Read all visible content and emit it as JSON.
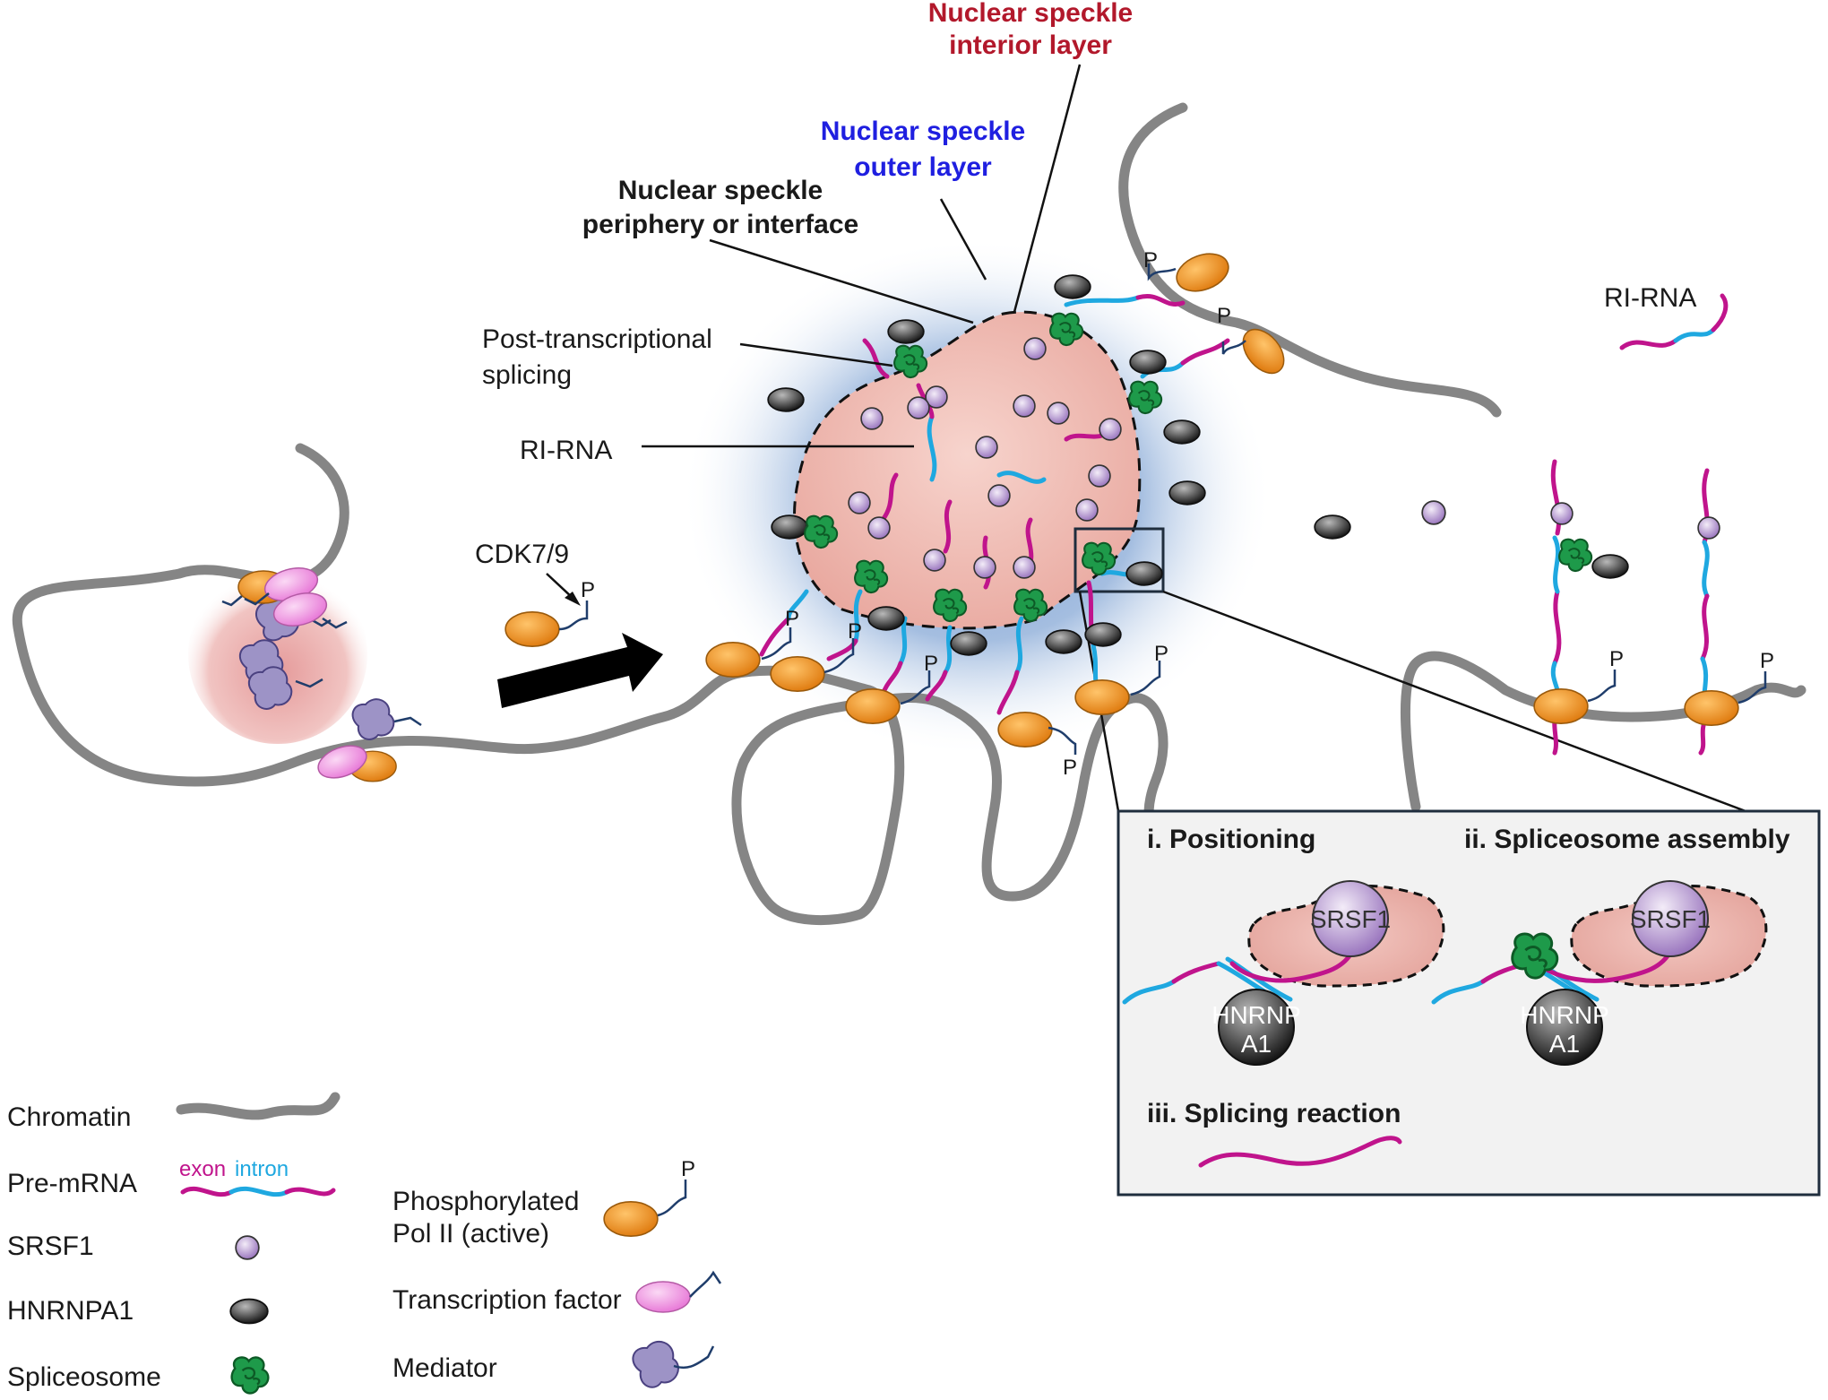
{
  "labels": {
    "interior": [
      "Nuclear speckle",
      "interior layer"
    ],
    "outer": [
      "Nuclear speckle",
      "outer layer"
    ],
    "periphery": [
      "Nuclear speckle",
      "periphery or interface"
    ],
    "post_transcriptional": [
      "Post-transcriptional",
      "splicing"
    ],
    "ri_rna_center": "RI-RNA",
    "ri_rna_right": "RI-RNA",
    "cdk": "CDK7/9",
    "phospho": "P"
  },
  "inset": {
    "step1": "i. Positioning",
    "step2": "ii. Spliceosome assembly",
    "step3": "iii. Splicing reaction",
    "srsf1": "SRSF1",
    "hnrnp": [
      "HNRNP",
      "A1"
    ]
  },
  "legend": {
    "chromatin": "Chromatin",
    "pre_mrna": "Pre-mRNA",
    "exon": "exon",
    "intron": "intron",
    "srsf1": "SRSF1",
    "hnrnpa1": "HNRNPA1",
    "spliceosome": "Spliceosome",
    "pol2": [
      "Phosphorylated",
      "Pol II (active)"
    ],
    "tf": "Transcription factor",
    "mediator": "Mediator"
  },
  "colors": {
    "exon": "#c0148c",
    "intron": "#1fa8e0",
    "chromatin": "#858585",
    "pol2": "#f39a2c",
    "srsf1": "#c9b2dc",
    "hnrnpa1": "#3a3a3a",
    "spliceosome": "#1e9a4a",
    "tf": "#f4a6e8",
    "mediator": "#8a80b6",
    "speckle_core": "#f0bcb4",
    "speckle_halo": "#6f96cc"
  }
}
